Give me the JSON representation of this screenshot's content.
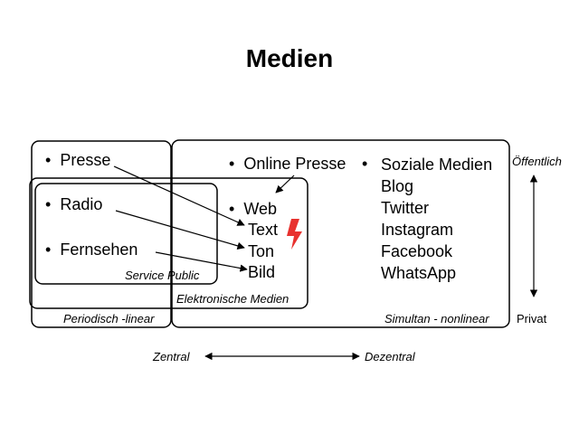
{
  "title": "Medien",
  "boxes": {
    "periodisch_label": "Periodisch -linear",
    "service_public_label": "Service Public",
    "elektronische_label": "Elektronische Medien",
    "simultan_label": "Simultan - nonlinear"
  },
  "items": {
    "presse": "Presse",
    "radio": "Radio",
    "fernsehen": "Fernsehen",
    "online_presse": "Online Presse",
    "web": "Web",
    "text": "Text",
    "ton": "Ton",
    "bild": "Bild"
  },
  "social": [
    "Soziale Medien",
    "Blog",
    "Twitter",
    "Instagram",
    "Facebook",
    "WhatsApp"
  ],
  "axis": {
    "top": "Öffentlich",
    "bottom": "Privat",
    "left": "Zentral",
    "right": "Dezentral"
  },
  "bullet_symbol": "•",
  "colors": {
    "line": "#000000",
    "lightning": "#e8322f"
  },
  "icons": {
    "lightning": "lightning-icon"
  }
}
